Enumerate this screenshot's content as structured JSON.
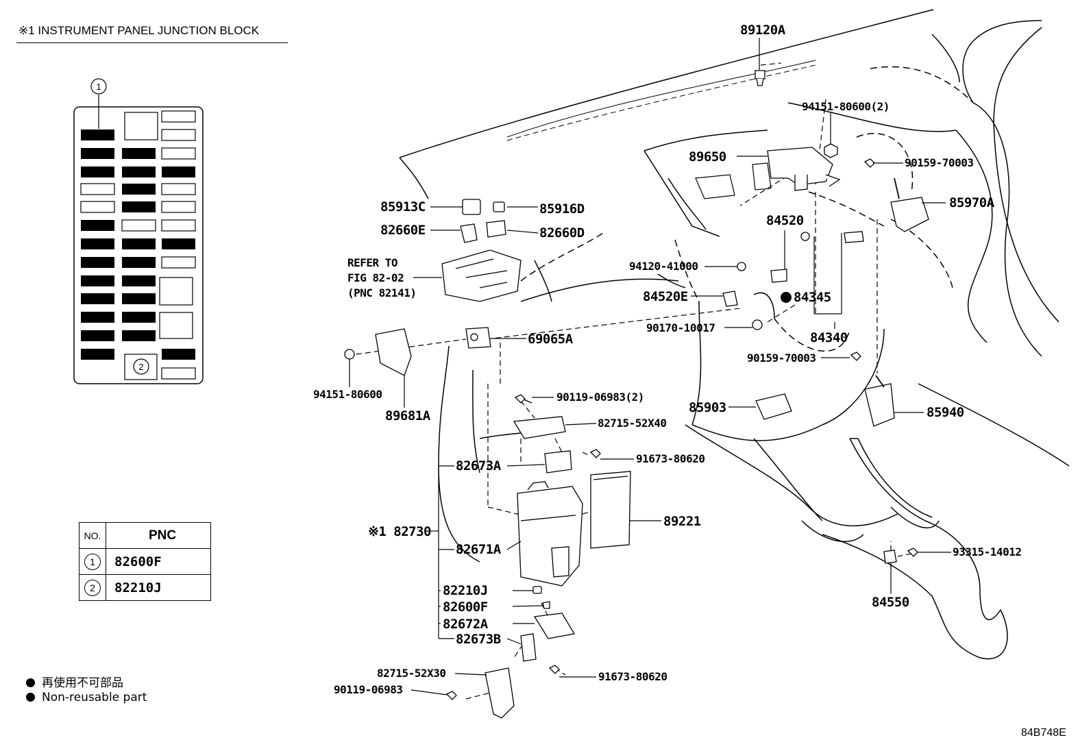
{
  "header": {
    "title": "※1 INSTRUMENT PANEL JUNCTION BLOCK"
  },
  "junction_block": {
    "marker_top": "1",
    "marker_bottom": "2"
  },
  "pnc_table": {
    "col_no": "NO.",
    "col_pnc": "PNC",
    "rows": [
      {
        "no": "1",
        "pnc": "82600F"
      },
      {
        "no": "2",
        "pnc": "82210J"
      }
    ]
  },
  "legend": {
    "line_jp": "再使用不可部品",
    "line_en": "Non-reusable part"
  },
  "diagram_code": "84B748E",
  "parts": {
    "p89120A": "89120A",
    "p94151_80600_2": "94151-80600(2)",
    "p89650": "89650",
    "p90159_70003_a": "90159-70003",
    "p85970A": "85970A",
    "p85913C": "85913C",
    "p85916D": "85916D",
    "p82660E": "82660E",
    "p82660D": "82660D",
    "p84520": "84520",
    "refer_1": "REFER TO",
    "refer_2": "FIG 82-02",
    "refer_3": "(PNC 82141)",
    "p94120_41000": "94120-41000",
    "p84520E": "84520E",
    "p84345": "84345",
    "p90170_10017": "90170-10017",
    "p84340": "84340",
    "p69065A": "69065A",
    "p90159_70003_b": "90159-70003",
    "p94151_80600": "94151-80600",
    "p89681A": "89681A",
    "p90119_06983_2": "90119-06983(2)",
    "p85903": "85903",
    "p85940": "85940",
    "p82715_52X40": "82715-52X40",
    "p91673_80620_a": "91673-80620",
    "p82673A": "82673A",
    "p82730": "※1 82730",
    "p89221": "89221",
    "p82671A": "82671A",
    "p93315_14012": "93315-14012",
    "p82210J": "82210J",
    "p82600F": "82600F",
    "p84550": "84550",
    "p82672A": "82672A",
    "p82673B": "82673B",
    "p82715_52X30": "82715-52X30",
    "p91673_80620_b": "91673-80620",
    "p90119_06983": "90119-06983"
  }
}
